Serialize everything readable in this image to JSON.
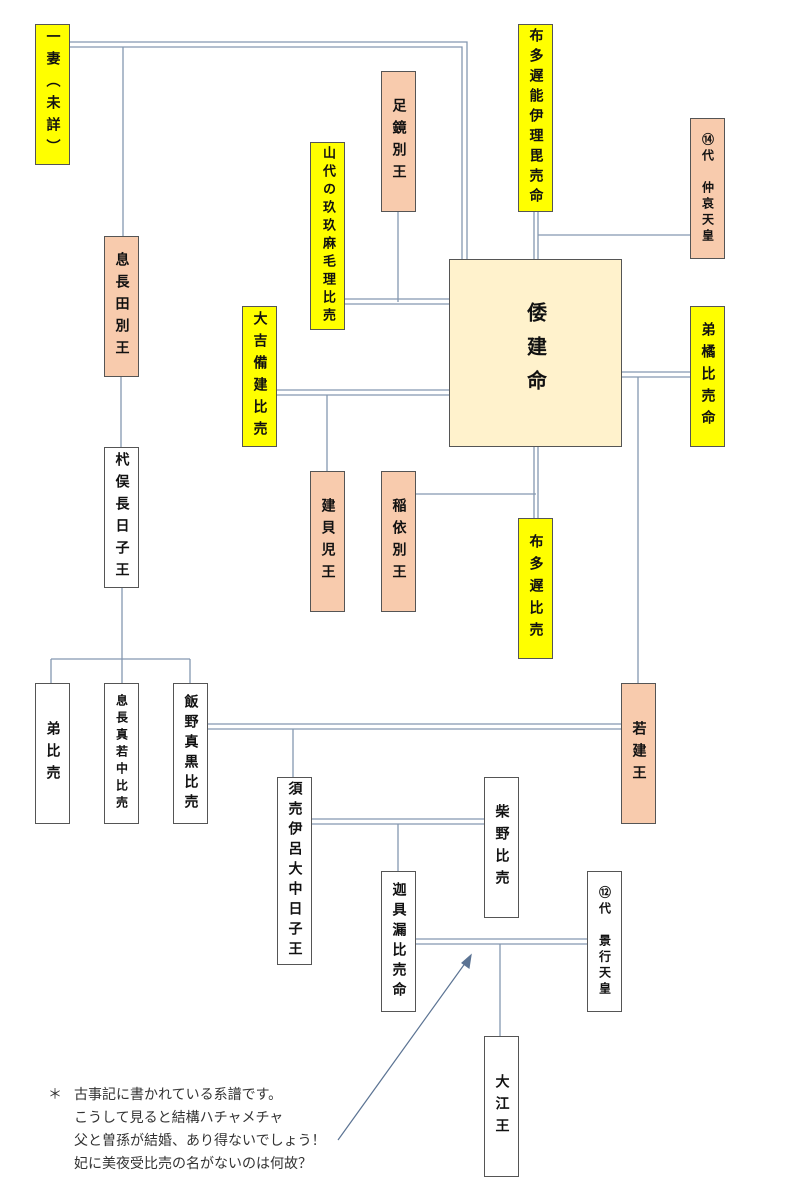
{
  "colors": {
    "wife": "#FFFF00",
    "male_child": "#F8CBAD",
    "main": "#FFF2CC",
    "other": "#FFFFFF",
    "line": "#8497B0"
  },
  "people": {
    "tsuma": "一妻（未詳）",
    "okinaga_tawake": "息長田別王",
    "kuimata": "杙俣長日子王",
    "yamashiro": "山代の玖玖麻毛理比売",
    "ashikagami": "足鏡別王",
    "futaji_iri": "布多遅能伊理毘売命",
    "chuai": "⑭代　仲哀天皇",
    "yamato_takeru": "倭建命",
    "kibi": "大吉備建比売",
    "ototachibana": "弟橘比売命",
    "takekaiko": "建貝児王",
    "inayori": "稲依別王",
    "futaji": "布多遅比売",
    "wakatake": "若建王",
    "otohime": "弟比売",
    "okinaga_mawaka": "息長真若中比売",
    "iino": "飯野真黒比売",
    "sume": "須売伊呂大中日子王",
    "shibano": "柴野比売",
    "kaguro": "迦具漏比売命",
    "keiko": "⑫代　景行天皇",
    "oe": "大江王"
  },
  "note": {
    "marker": "＊",
    "lines": [
      "古事記に書かれている系譜です。",
      "こうして見ると結構ハチャメチャ",
      "父と曽孫が結婚、あり得ないでしょう！",
      "妃に美夜受比売の名がないのは何故？"
    ]
  }
}
